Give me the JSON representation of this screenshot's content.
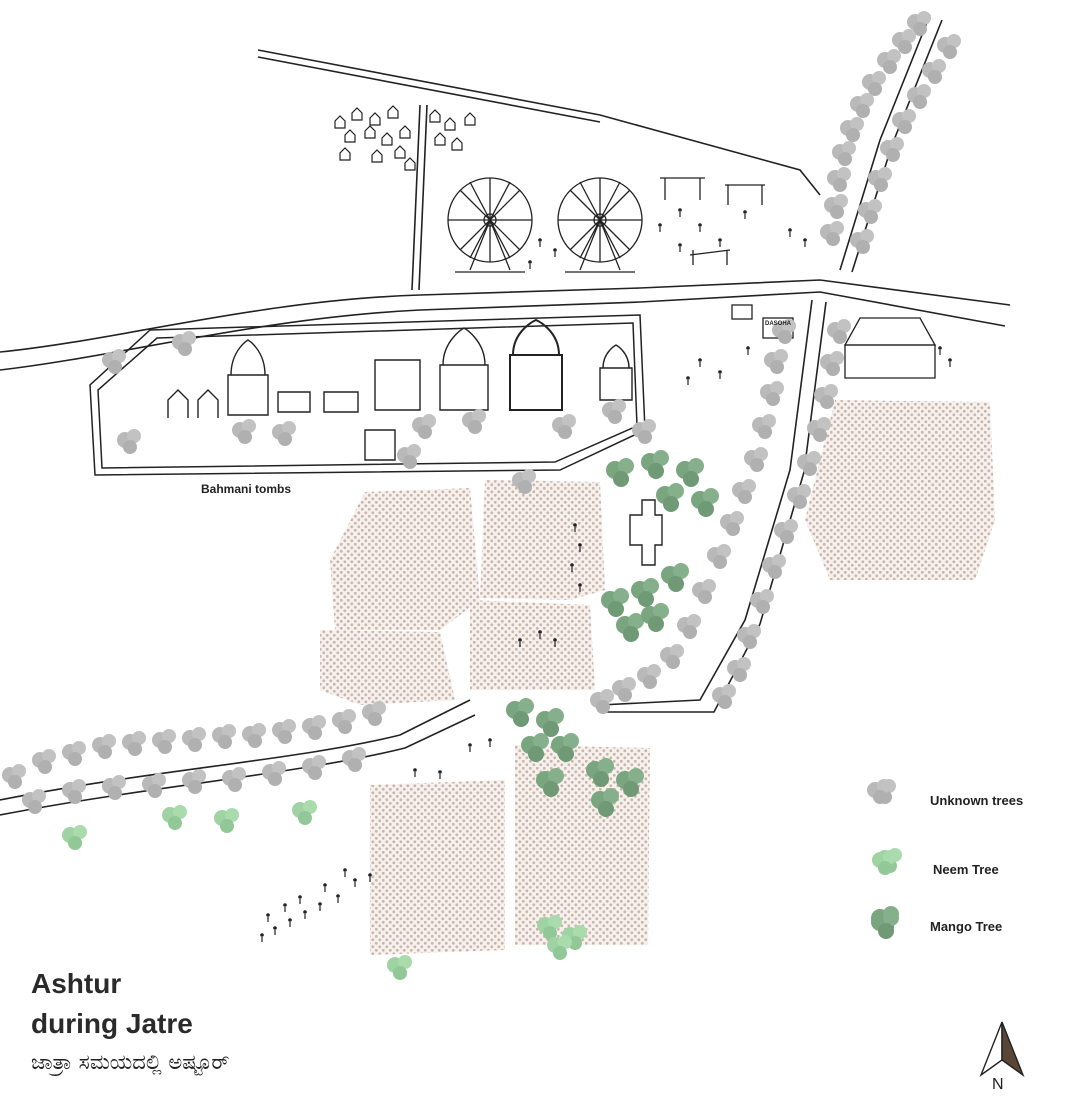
{
  "map": {
    "title_line1": "Ashtur",
    "title_line2": "during Jatre",
    "subtitle_kannada": "ಜಾತ್ರಾ ಸಮಯದಲ್ಲಿ ಅಷ್ಟೂರ್",
    "labels": {
      "bahmani_tombs": "Bahmani tombs",
      "stall_sign": "DASOHA"
    },
    "north_label": "N"
  },
  "legend": {
    "items": [
      {
        "label": "Unknown trees",
        "color": "#b9b9b9",
        "icon": "unknown-tree-icon"
      },
      {
        "label": "Neem Tree",
        "color": "#9fd3a4",
        "icon": "neem-tree-icon"
      },
      {
        "label": "Mango Tree",
        "color": "#79a57f",
        "icon": "mango-tree-icon"
      }
    ]
  },
  "colors": {
    "unknown_tree": "#b9b9b9",
    "neem_tree": "#9fd3a4",
    "mango_tree": "#79a57f",
    "field_dots": "#c9b5aa",
    "ink": "#222222"
  }
}
